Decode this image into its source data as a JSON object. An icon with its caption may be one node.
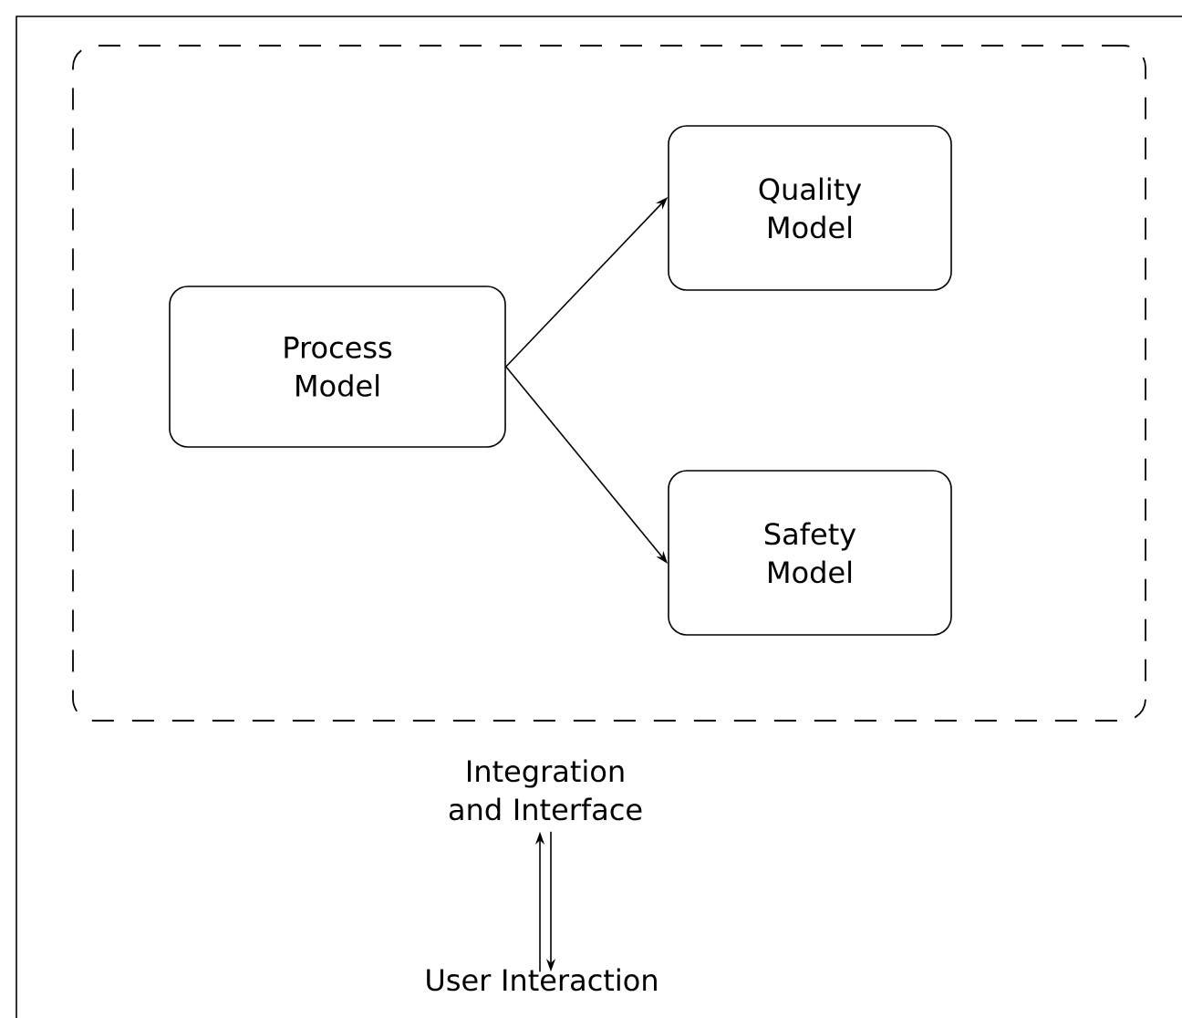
{
  "diagram": {
    "nodes": [
      {
        "text": [],
        "shape": "box"
      },
      {
        "text": [
          "Process Model"
        ],
        "in": 0
      },
      {
        "text": [
          "Quality Model"
        ],
        "in": 0
      },
      {
        "text": [
          "Safety Model"
        ],
        "in": 0
      },
      {
        "text": [
          "Integration and Interface"
        ]
      },
      {
        "text": [
          "User Interaction"
        ]
      }
    ],
    "edges": [
      {
        "from": 1,
        "to": 2,
        "arrow": "to"
      },
      {
        "from": 1,
        "to": 3,
        "arrow": "to"
      },
      {
        "from": 5,
        "to": 4,
        "arrow": "to"
      },
      {
        "from": 4,
        "to": 5,
        "arrow": "to"
      }
    ]
  }
}
